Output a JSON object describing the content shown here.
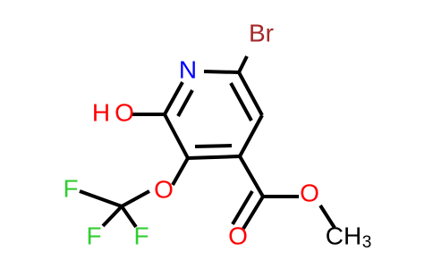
{
  "molecule": {
    "atoms": {
      "br": "Br",
      "n": "N",
      "h": "H",
      "o_hydroxyl": "O",
      "o_ether": "O",
      "f1": "F",
      "f2": "F",
      "f3": "F",
      "o_carbonyl": "O",
      "o_ester": "O",
      "ch": "CH",
      "sub3": "3"
    },
    "colors": {
      "bond": "#000000",
      "bromine": "#a52a2a",
      "nitrogen": "#0000ff",
      "oxygen": "#ff0000",
      "fluorine": "#32cd32",
      "carbon": "#000000"
    }
  }
}
